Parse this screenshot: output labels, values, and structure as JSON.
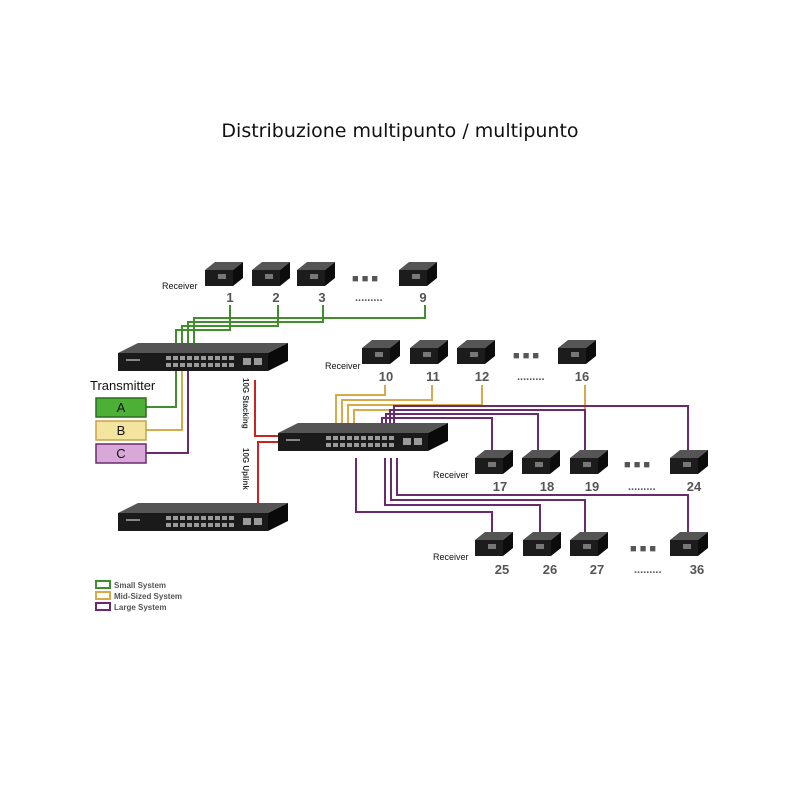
{
  "title": "Distribuzione multipunto / multipunto",
  "transmitter_label": "Transmitter",
  "transmitters": [
    "A",
    "B",
    "C"
  ],
  "receiver_label": "Receiver",
  "receiver_groups": [
    {
      "numbers": [
        "1",
        "2",
        "3",
        "9"
      ],
      "dots_short": "■ ■ ■",
      "dots_long": "........."
    },
    {
      "numbers": [
        "10",
        "11",
        "12",
        "16"
      ],
      "dots_short": "■ ■ ■",
      "dots_long": "........."
    },
    {
      "numbers": [
        "17",
        "18",
        "19",
        "24"
      ],
      "dots_short": "■ ■ ■",
      "dots_long": "........."
    },
    {
      "numbers": [
        "25",
        "26",
        "27",
        "36"
      ],
      "dots_short": "■ ■ ■",
      "dots_long": "........."
    }
  ],
  "stacking_label": "10G Stacking",
  "uplink_label": "10G Uplink",
  "legend": [
    {
      "label": "Small System",
      "color": "#3f8f2a"
    },
    {
      "label": "Mid-Sized System",
      "color": "#d9a94a"
    },
    {
      "label": "Large System",
      "color": "#6a2a6e"
    }
  ],
  "colors": {
    "small": "#3f8f2a",
    "mid": "#d9a94a",
    "large": "#6a2a6e",
    "link": "#cc2222",
    "device": "#1c1c1c"
  },
  "icons": {
    "receiver": "receiver-box-icon",
    "switch": "network-switch-icon"
  }
}
